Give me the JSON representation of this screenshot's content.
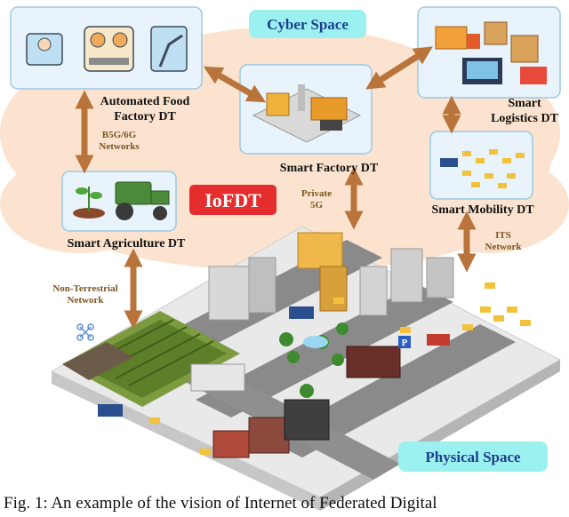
{
  "labels": {
    "cyber_space": "Cyber Space",
    "physical_space": "Physical Space",
    "iofdt": "IoFDT",
    "food_factory_1": "Automated Food",
    "food_factory_2": "Factory DT",
    "smart_factory": "Smart Factory DT",
    "logistics_1": "Smart",
    "logistics_2": "Logistics DT",
    "mobility": "Smart Mobility DT",
    "agriculture": "Smart Agriculture DT",
    "b5g_1": "B5G/6G",
    "b5g_2": "Networks",
    "private_1": "Private",
    "private_2": "5G",
    "its_1": "ITS",
    "its_2": "Network",
    "ntn_1": "Non-Terrestrial",
    "ntn_2": "Network"
  },
  "caption": "Fig. 1: An example of the vision of Internet of Federated Digital",
  "colors": {
    "cloud": "#fbe3cf",
    "card_bg": "#e8f3fb",
    "card_border": "#9cc9e6",
    "arrow": "#b8743a",
    "label_teal": "#1d3f8f",
    "badge_teal": "#9bf0f0",
    "iofdt_red": "#e52d2d",
    "network_text": "#7a5520"
  }
}
